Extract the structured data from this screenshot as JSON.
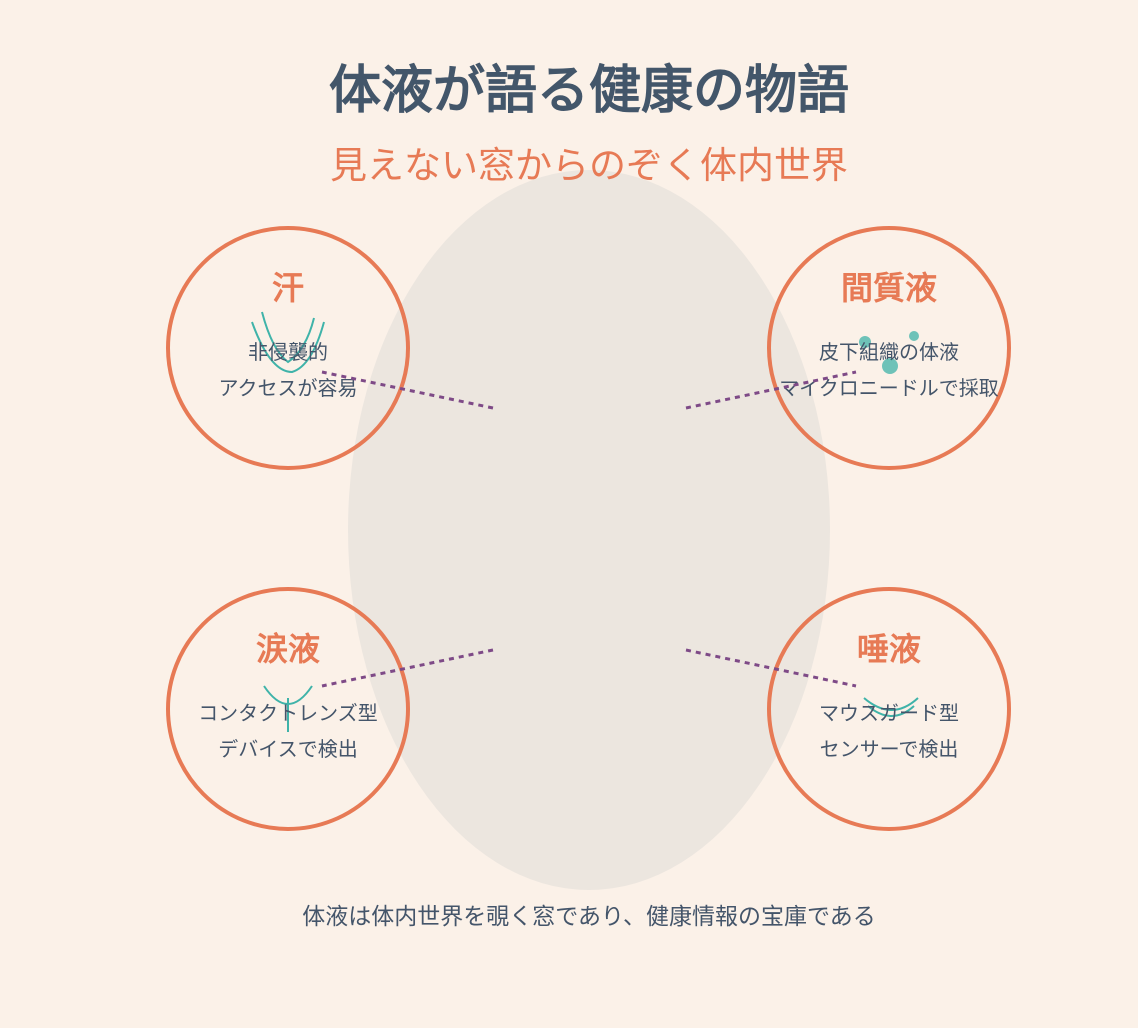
{
  "title": "体液が語る健康の物語",
  "subtitle": "見えない窓からのぞく体内世界",
  "nodes": [
    {
      "title": "汗",
      "line1": "非侵襲的",
      "line2": "アクセスが容易"
    },
    {
      "title": "間質液",
      "line1": "皮下組織の体液",
      "line2": "マイクロニードルで採取"
    },
    {
      "title": "涙液",
      "line1": "コンタクトレンズ型",
      "line2": "デバイスで検出"
    },
    {
      "title": "唾液",
      "line1": "マウスガード型",
      "line2": "センサーで検出"
    }
  ],
  "caption": "体液は体内世界を覗く窓であり、健康情報の宝庫である",
  "colors": {
    "background": "#fbf1e8",
    "body_shape": "#ece6df",
    "accent": "#e77a55",
    "text": "#43566a",
    "connector": "#7e4a87",
    "icon": "#3fb3a9"
  }
}
